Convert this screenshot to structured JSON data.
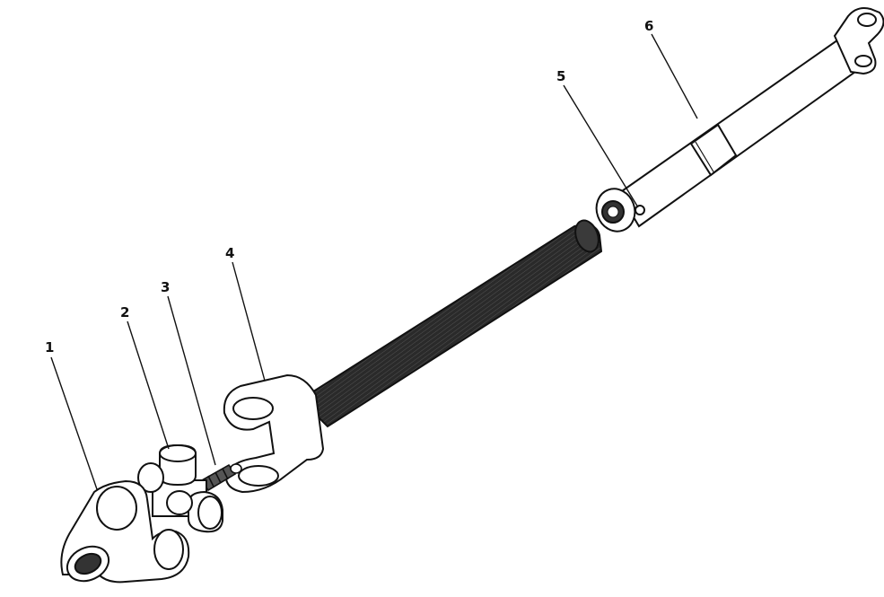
{
  "diagram": {
    "callouts": [
      {
        "id": 1,
        "label": "1"
      },
      {
        "id": 2,
        "label": "2"
      },
      {
        "id": 3,
        "label": "3"
      },
      {
        "id": 4,
        "label": "4"
      },
      {
        "id": 5,
        "label": "5"
      },
      {
        "id": 6,
        "label": "6"
      }
    ],
    "colors": {
      "ink": "#111111",
      "shaft_dark": "#2a2a2a",
      "paper": "#ffffff"
    }
  }
}
